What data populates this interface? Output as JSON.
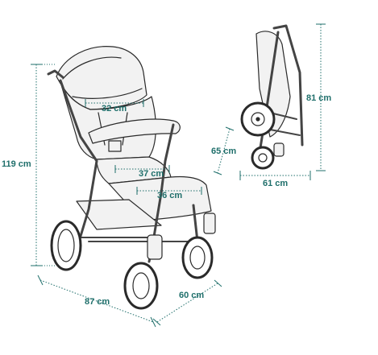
{
  "colors": {
    "dimension": "#1f6f6b",
    "outline": "#2a2a2a",
    "fabric": "#f2f2f2",
    "frame": "#444444",
    "background": "#ffffff"
  },
  "stroller_unfolded": {
    "height_label": "119 cm",
    "length_label": "87 cm",
    "width_label": "60 cm",
    "backrest_width_label": "32 cm",
    "seat_width_label": "37 cm",
    "footrest_width_label": "36 cm"
  },
  "stroller_folded": {
    "height_label": "81 cm",
    "depth_label": "65 cm",
    "width_label": "61 cm"
  }
}
